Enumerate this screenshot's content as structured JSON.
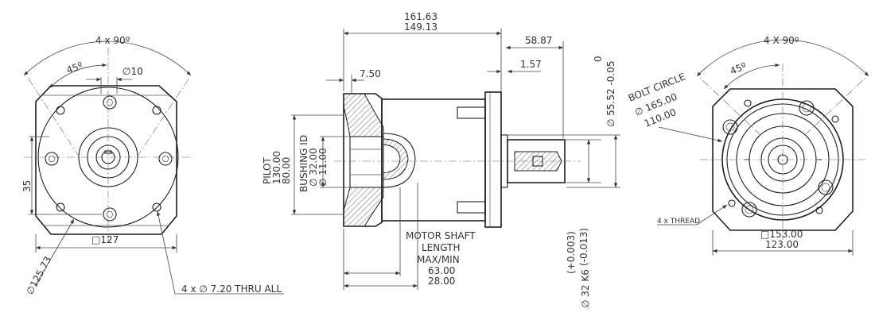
{
  "front_view": {
    "angle_total": "4 x 90º",
    "angle_half": "45º",
    "hole_dia": "∅10",
    "dim_35": "35",
    "square": "□127",
    "circle_dia": "∅125.73",
    "thru_note": "4 x ∅ 7.20 THRU ALL"
  },
  "side_view": {
    "length_1": "161.63",
    "length_2": "149.13",
    "dim_7_50": "7.50",
    "dim_58_87": "58.87",
    "dim_1_57": "1.57",
    "shaft_tol_zero": "0",
    "shaft_dia": "∅ 55.52 -0.05",
    "pilot_label": "PILOT",
    "pilot_1": "130.00",
    "pilot_2": "80.00",
    "bushing_label": "BUSHING ID",
    "bushing_1": "∅ 32.00",
    "bushing_2": "∅ 11.00",
    "motor_shaft_1": "MOTOR SHAFT",
    "motor_shaft_2": "LENGTH",
    "motor_shaft_3": "MAX/MIN",
    "motor_shaft_4": "63.00",
    "motor_shaft_5": "28.00",
    "output_tol_plus": "(+0.003)",
    "output_dia": "∅ 32 K6",
    "output_tol_minus": "(-0.013)"
  },
  "rear_view": {
    "angle_total": "4 X 90º",
    "angle_half": "45º",
    "bolt_circle_label": "BOLT CIRCLE",
    "bolt_circle_1": "∅ 165.00",
    "bolt_circle_2": "110.00",
    "thread_note": "4 x THREAD",
    "square_1": "□153.00",
    "square_2": "123.00"
  }
}
